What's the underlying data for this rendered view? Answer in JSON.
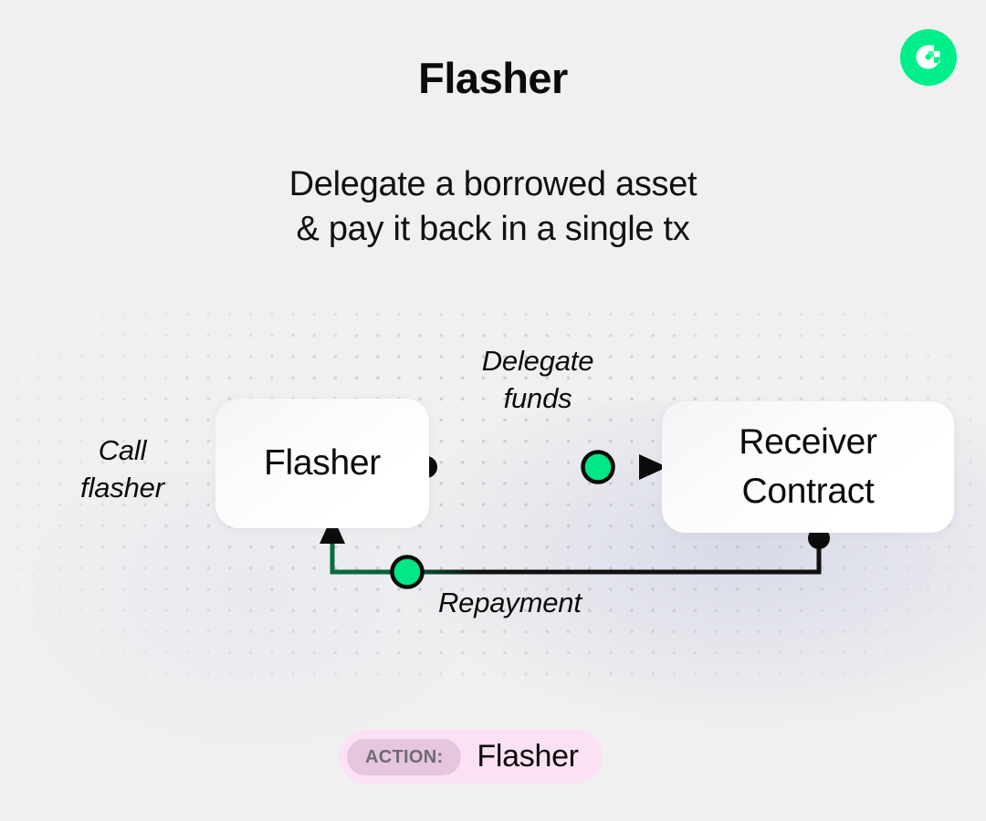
{
  "header": {
    "title": "Flasher",
    "subtitle": "Delegate a borrowed asset\n& pay it back in a single tx",
    "logo_icon": "flow-logo-icon"
  },
  "diagram": {
    "type": "flow-diagram",
    "nodes": [
      {
        "id": "flasher",
        "label": "Flasher"
      },
      {
        "id": "receiver",
        "label": "Receiver\nContract"
      }
    ],
    "edges": [
      {
        "id": "call-flasher",
        "label": "Call\nflasher",
        "from": "external",
        "to": "flasher",
        "marker": "none"
      },
      {
        "id": "delegate-funds",
        "label": "Delegate\nfunds",
        "from": "flasher",
        "to": "receiver",
        "marker": "arrow",
        "source_dot": "black",
        "mid_dot": "green"
      },
      {
        "id": "repayment",
        "label": "Repayment",
        "from": "receiver",
        "to": "flasher",
        "marker": "arrow",
        "source_dot": "black",
        "mid_dot": "green"
      }
    ]
  },
  "footer": {
    "action_tag": "ACTION:",
    "action_value": "Flasher"
  },
  "colors": {
    "background": "#f0f0f0",
    "brand_green": "#00ef8b",
    "accent_green_dark": "#0a6b41",
    "ink": "#0b0b0b",
    "badge_outer": "#fae1f3",
    "badge_inner": "#e5c6de",
    "badge_tag_text": "#6f6a72",
    "grid_dot": "#b9bcc4"
  }
}
